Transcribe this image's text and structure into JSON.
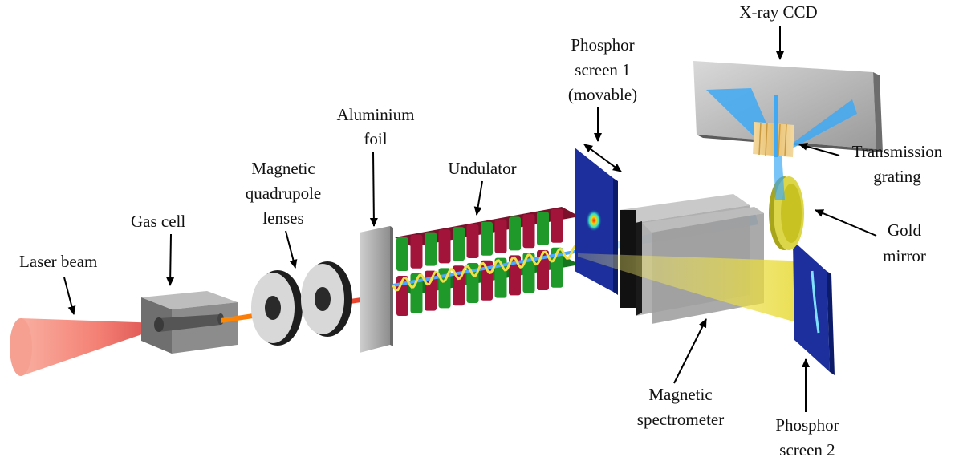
{
  "labels": {
    "laser_beam": "Laser beam",
    "gas_cell": "Gas cell",
    "quad_line1": "Magnetic",
    "quad_line2": "quadrupole",
    "quad_line3": "lenses",
    "foil_line1": "Aluminium",
    "foil_line2": "foil",
    "undulator": "Undulator",
    "phosphor1_line1": "Phosphor",
    "phosphor1_line2": "screen 1",
    "phosphor1_line3": "(movable)",
    "xray_ccd": "X-ray CCD",
    "grating_line1": "Transmission",
    "grating_line2": "grating",
    "gold_line1": "Gold",
    "gold_line2": "mirror",
    "spectrometer_line1": "Magnetic",
    "spectrometer_line2": "spectrometer",
    "phosphor2_line1": "Phosphor",
    "phosphor2_line2": "screen 2"
  },
  "colors": {
    "laser": "#f26a5c",
    "undulator_red": "#a3143a",
    "undulator_green": "#1f9a2a",
    "phosphor": "#1c2f9c",
    "xray_beam": "#3fa9f5",
    "electron_beam": "#f0e04c",
    "gold": "#c9c21c"
  }
}
